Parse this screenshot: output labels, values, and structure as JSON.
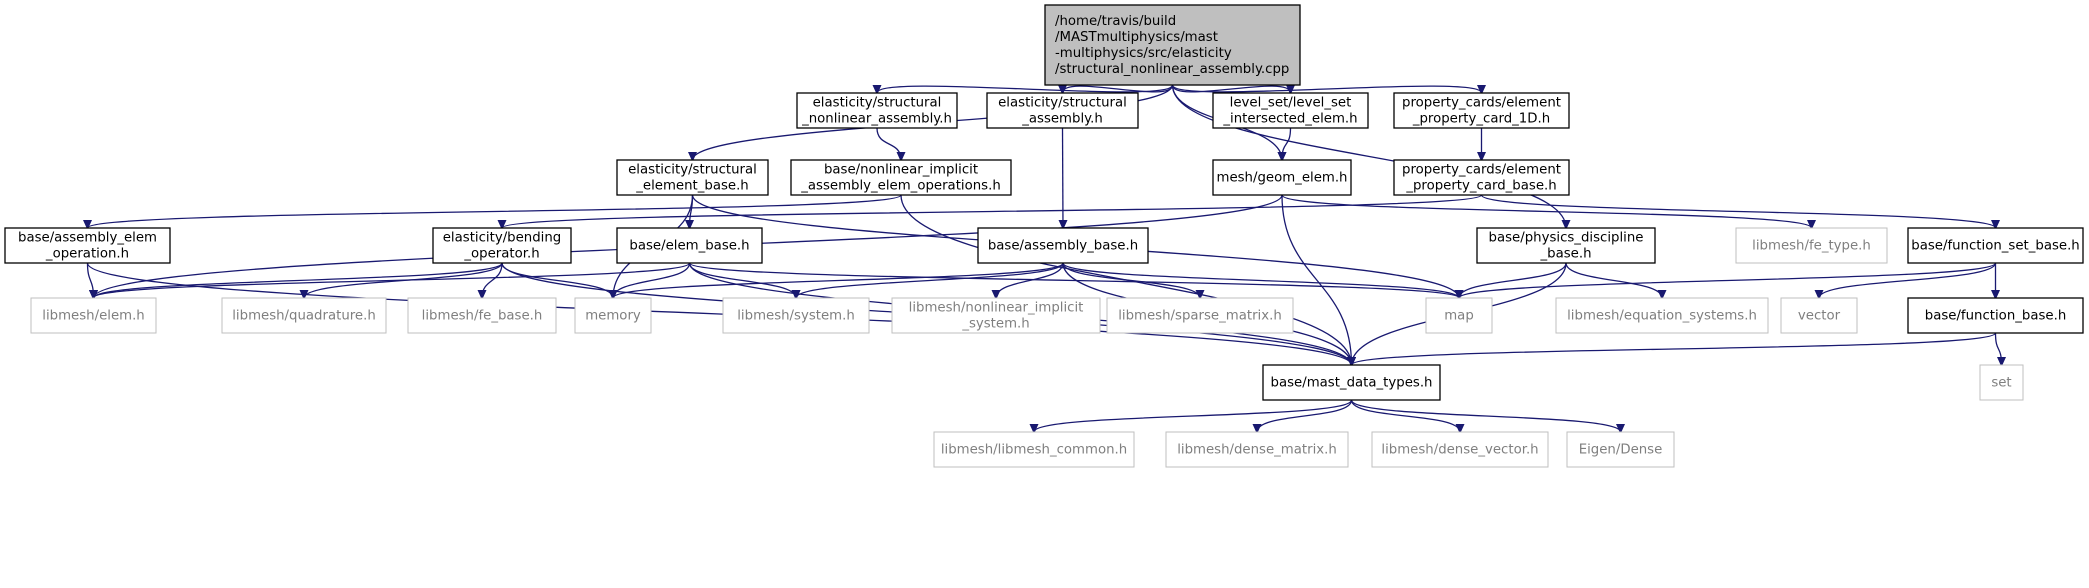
{
  "diagram": {
    "nodes": [
      {
        "id": "root",
        "kind": "root",
        "lines": [
          "/home/travis/build",
          "/MASTmultiphysics/mast",
          "-multiphysics/src/elasticity",
          "/structural_nonlinear_assembly.cpp"
        ]
      },
      {
        "id": "el_struct_nonlin_h",
        "kind": "local",
        "lines": [
          "elasticity/structural",
          "_nonlinear_assembly.h"
        ]
      },
      {
        "id": "el_struct_assembly_h",
        "kind": "local",
        "lines": [
          "elasticity/structural",
          "_assembly.h"
        ]
      },
      {
        "id": "level_set_h",
        "kind": "local",
        "lines": [
          "level_set/level_set",
          "_intersected_elem.h"
        ]
      },
      {
        "id": "prop_card_1d_h",
        "kind": "local",
        "lines": [
          "property_cards/element",
          "_property_card_1D.h"
        ]
      },
      {
        "id": "el_struct_elem_base_h",
        "kind": "local",
        "lines": [
          "elasticity/structural",
          "_element_base.h"
        ]
      },
      {
        "id": "nonlin_implicit_ops_h",
        "kind": "local",
        "lines": [
          "base/nonlinear_implicit",
          "_assembly_elem_operations.h"
        ]
      },
      {
        "id": "geom_elem_h",
        "kind": "local",
        "lines": [
          "mesh/geom_elem.h"
        ]
      },
      {
        "id": "prop_card_base_h",
        "kind": "local",
        "lines": [
          "property_cards/element",
          "_property_card_base.h"
        ]
      },
      {
        "id": "assembly_elem_op_h",
        "kind": "local",
        "lines": [
          "base/assembly_elem",
          "_operation.h"
        ]
      },
      {
        "id": "bending_op_h",
        "kind": "local",
        "lines": [
          "elasticity/bending",
          "_operator.h"
        ]
      },
      {
        "id": "elem_base_h",
        "kind": "local",
        "lines": [
          "base/elem_base.h"
        ]
      },
      {
        "id": "assembly_base_h",
        "kind": "local",
        "lines": [
          "base/assembly_base.h"
        ]
      },
      {
        "id": "physics_disc_h",
        "kind": "local",
        "lines": [
          "base/physics_discipline",
          "_base.h"
        ]
      },
      {
        "id": "fe_type_h",
        "kind": "external",
        "lines": [
          "libmesh/fe_type.h"
        ]
      },
      {
        "id": "function_set_base_h",
        "kind": "local",
        "lines": [
          "base/function_set_base.h"
        ]
      },
      {
        "id": "libmesh_elem_h",
        "kind": "external",
        "lines": [
          "libmesh/elem.h"
        ]
      },
      {
        "id": "quadrature_h",
        "kind": "external",
        "lines": [
          "libmesh/quadrature.h"
        ]
      },
      {
        "id": "fe_base_h",
        "kind": "external",
        "lines": [
          "libmesh/fe_base.h"
        ]
      },
      {
        "id": "memory",
        "kind": "external",
        "lines": [
          "memory"
        ]
      },
      {
        "id": "system_h",
        "kind": "external",
        "lines": [
          "libmesh/system.h"
        ]
      },
      {
        "id": "nonlin_implicit_system_h",
        "kind": "external",
        "lines": [
          "libmesh/nonlinear_implicit",
          "_system.h"
        ]
      },
      {
        "id": "sparse_matrix_h",
        "kind": "external",
        "lines": [
          "libmesh/sparse_matrix.h"
        ]
      },
      {
        "id": "map",
        "kind": "external",
        "lines": [
          "map"
        ]
      },
      {
        "id": "equation_systems_h",
        "kind": "external",
        "lines": [
          "libmesh/equation_systems.h"
        ]
      },
      {
        "id": "vector",
        "kind": "external",
        "lines": [
          "vector"
        ]
      },
      {
        "id": "function_base_h",
        "kind": "local",
        "lines": [
          "base/function_base.h"
        ]
      },
      {
        "id": "set",
        "kind": "external",
        "lines": [
          "set"
        ]
      },
      {
        "id": "mast_data_types_h",
        "kind": "local",
        "lines": [
          "base/mast_data_types.h"
        ]
      },
      {
        "id": "libmesh_common_h",
        "kind": "external",
        "lines": [
          "libmesh/libmesh_common.h"
        ]
      },
      {
        "id": "dense_matrix_h",
        "kind": "external",
        "lines": [
          "libmesh/dense_matrix.h"
        ]
      },
      {
        "id": "dense_vector_h",
        "kind": "external",
        "lines": [
          "libmesh/dense_vector.h"
        ]
      },
      {
        "id": "eigen_dense",
        "kind": "external",
        "lines": [
          "Eigen/Dense"
        ]
      }
    ],
    "edges": [
      [
        "root",
        "el_struct_nonlin_h"
      ],
      [
        "root",
        "el_struct_assembly_h"
      ],
      [
        "root",
        "level_set_h"
      ],
      [
        "root",
        "prop_card_1d_h"
      ],
      [
        "root",
        "el_struct_elem_base_h"
      ],
      [
        "root",
        "geom_elem_h"
      ],
      [
        "root",
        "physics_disc_h"
      ],
      [
        "el_struct_nonlin_h",
        "nonlin_implicit_ops_h"
      ],
      [
        "el_struct_assembly_h",
        "assembly_base_h"
      ],
      [
        "level_set_h",
        "geom_elem_h"
      ],
      [
        "prop_card_1d_h",
        "prop_card_base_h"
      ],
      [
        "el_struct_elem_base_h",
        "elem_base_h"
      ],
      [
        "el_struct_elem_base_h",
        "memory"
      ],
      [
        "el_struct_elem_base_h",
        "map"
      ],
      [
        "nonlin_implicit_ops_h",
        "assembly_elem_op_h"
      ],
      [
        "nonlin_implicit_ops_h",
        "mast_data_types_h"
      ],
      [
        "geom_elem_h",
        "libmesh_elem_h"
      ],
      [
        "geom_elem_h",
        "fe_type_h"
      ],
      [
        "geom_elem_h",
        "mast_data_types_h"
      ],
      [
        "prop_card_base_h",
        "bending_op_h"
      ],
      [
        "prop_card_base_h",
        "function_set_base_h"
      ],
      [
        "assembly_elem_op_h",
        "libmesh_elem_h"
      ],
      [
        "assembly_elem_op_h",
        "mast_data_types_h"
      ],
      [
        "bending_op_h",
        "libmesh_elem_h"
      ],
      [
        "bending_op_h",
        "quadrature_h"
      ],
      [
        "bending_op_h",
        "fe_base_h"
      ],
      [
        "bending_op_h",
        "memory"
      ],
      [
        "bending_op_h",
        "mast_data_types_h"
      ],
      [
        "elem_base_h",
        "libmesh_elem_h"
      ],
      [
        "elem_base_h",
        "memory"
      ],
      [
        "elem_base_h",
        "system_h"
      ],
      [
        "elem_base_h",
        "map"
      ],
      [
        "elem_base_h",
        "mast_data_types_h"
      ],
      [
        "assembly_base_h",
        "memory"
      ],
      [
        "assembly_base_h",
        "system_h"
      ],
      [
        "assembly_base_h",
        "nonlin_implicit_system_h"
      ],
      [
        "assembly_base_h",
        "sparse_matrix_h"
      ],
      [
        "assembly_base_h",
        "map"
      ],
      [
        "assembly_base_h",
        "mast_data_types_h"
      ],
      [
        "physics_disc_h",
        "map"
      ],
      [
        "physics_disc_h",
        "equation_systems_h"
      ],
      [
        "physics_disc_h",
        "mast_data_types_h"
      ],
      [
        "function_set_base_h",
        "map"
      ],
      [
        "function_set_base_h",
        "vector"
      ],
      [
        "function_set_base_h",
        "function_base_h"
      ],
      [
        "function_base_h",
        "set"
      ],
      [
        "function_base_h",
        "mast_data_types_h"
      ],
      [
        "mast_data_types_h",
        "libmesh_common_h"
      ],
      [
        "mast_data_types_h",
        "dense_matrix_h"
      ],
      [
        "mast_data_types_h",
        "dense_vector_h"
      ],
      [
        "mast_data_types_h",
        "eigen_dense"
      ]
    ],
    "colors": {
      "edge": "#191970",
      "root_fill": "#bfbfbf",
      "node_border": "#000000",
      "external_border": "#bfbfbf",
      "external_text": "#7f7f7f"
    }
  }
}
